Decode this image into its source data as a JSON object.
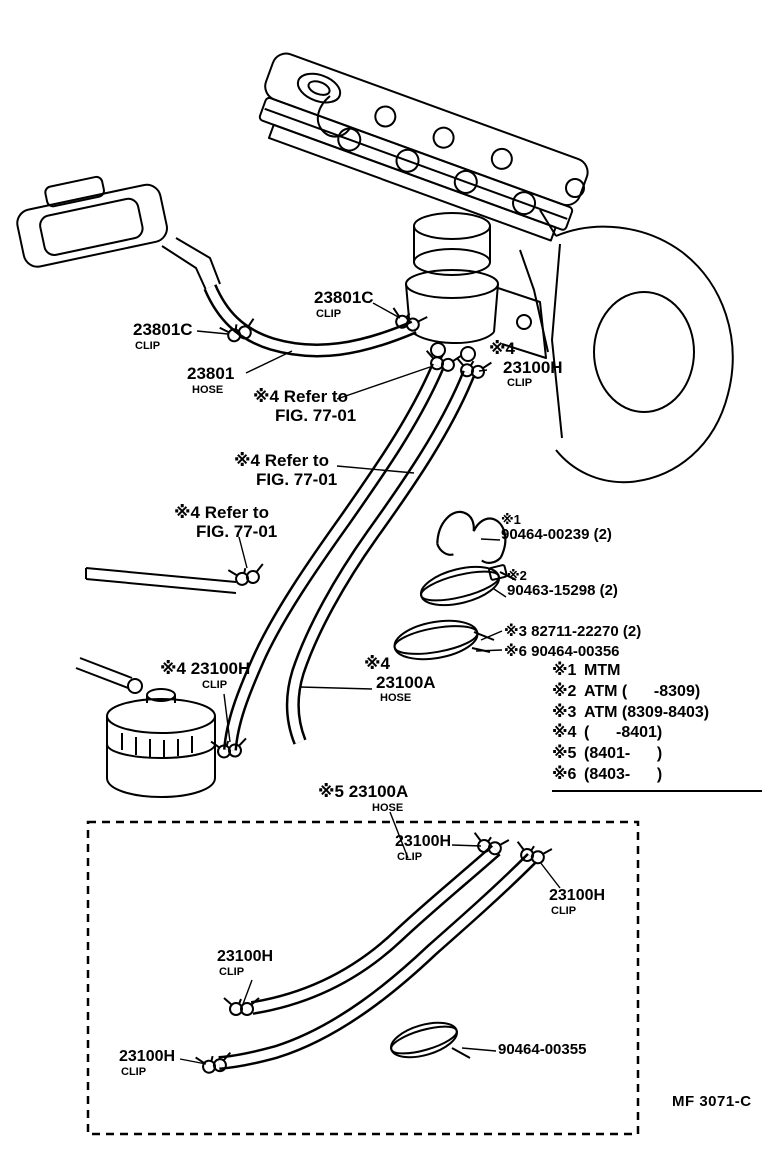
{
  "figure": {
    "footer_code": "MF 3071-C"
  },
  "labels": {
    "clip_23801c_upper": {
      "part": "23801C",
      "type": "CLIP"
    },
    "clip_23801c_left": {
      "part": "23801C",
      "type": "CLIP"
    },
    "hose_23801": {
      "part": "23801",
      "type": "HOSE"
    },
    "clip_23100h_pump": {
      "ref": "※4",
      "part": "23100H",
      "type": "CLIP"
    },
    "refer_fig_1": {
      "ref": "※4",
      "text": "Refer to",
      "fig": "FIG. 77-01"
    },
    "refer_fig_2": {
      "ref": "※4",
      "text": "Refer to",
      "fig": "FIG. 77-01"
    },
    "refer_fig_3": {
      "ref": "※4",
      "text": "Refer to",
      "fig": "FIG. 77-01"
    },
    "part_90464_00239": {
      "ref": "※1",
      "number": "90464-00239 (2)"
    },
    "part_90463_15298": {
      "ref": "※2",
      "number": "90463-15298 (2)"
    },
    "part_82711_22270": {
      "ref": "※3",
      "number": "82711-22270 (2)"
    },
    "part_90464_00356": {
      "ref": "※6",
      "number": "90464-00356"
    },
    "clip_23100h_filter": {
      "ref": "※4",
      "part": "23100H",
      "type": "CLIP"
    },
    "hose_23100a_main": {
      "ref": "※4",
      "part": "23100A",
      "type": "HOSE"
    },
    "hose_23100a_inset": {
      "ref": "※5",
      "part": "23100A",
      "type": "HOSE"
    },
    "clip_23100h_inset_top": {
      "part": "23100H",
      "type": "CLIP"
    },
    "clip_23100h_inset_right": {
      "part": "23100H",
      "type": "CLIP"
    },
    "clip_23100h_inset_mid": {
      "part": "23100H",
      "type": "CLIP"
    },
    "clip_23100h_inset_bottom": {
      "part": "23100H",
      "type": "CLIP"
    },
    "part_90464_00355": {
      "number": "90464-00355"
    }
  },
  "legend": {
    "items": [
      {
        "ref": "※1",
        "text": "MTM"
      },
      {
        "ref": "※2",
        "text": "ATM (      -8309)"
      },
      {
        "ref": "※3",
        "text": "ATM (8309-8403)"
      },
      {
        "ref": "※4",
        "text": "(      -8401)"
      },
      {
        "ref": "※5",
        "text": "(8401-      )"
      },
      {
        "ref": "※6",
        "text": "(8403-      )"
      }
    ]
  }
}
